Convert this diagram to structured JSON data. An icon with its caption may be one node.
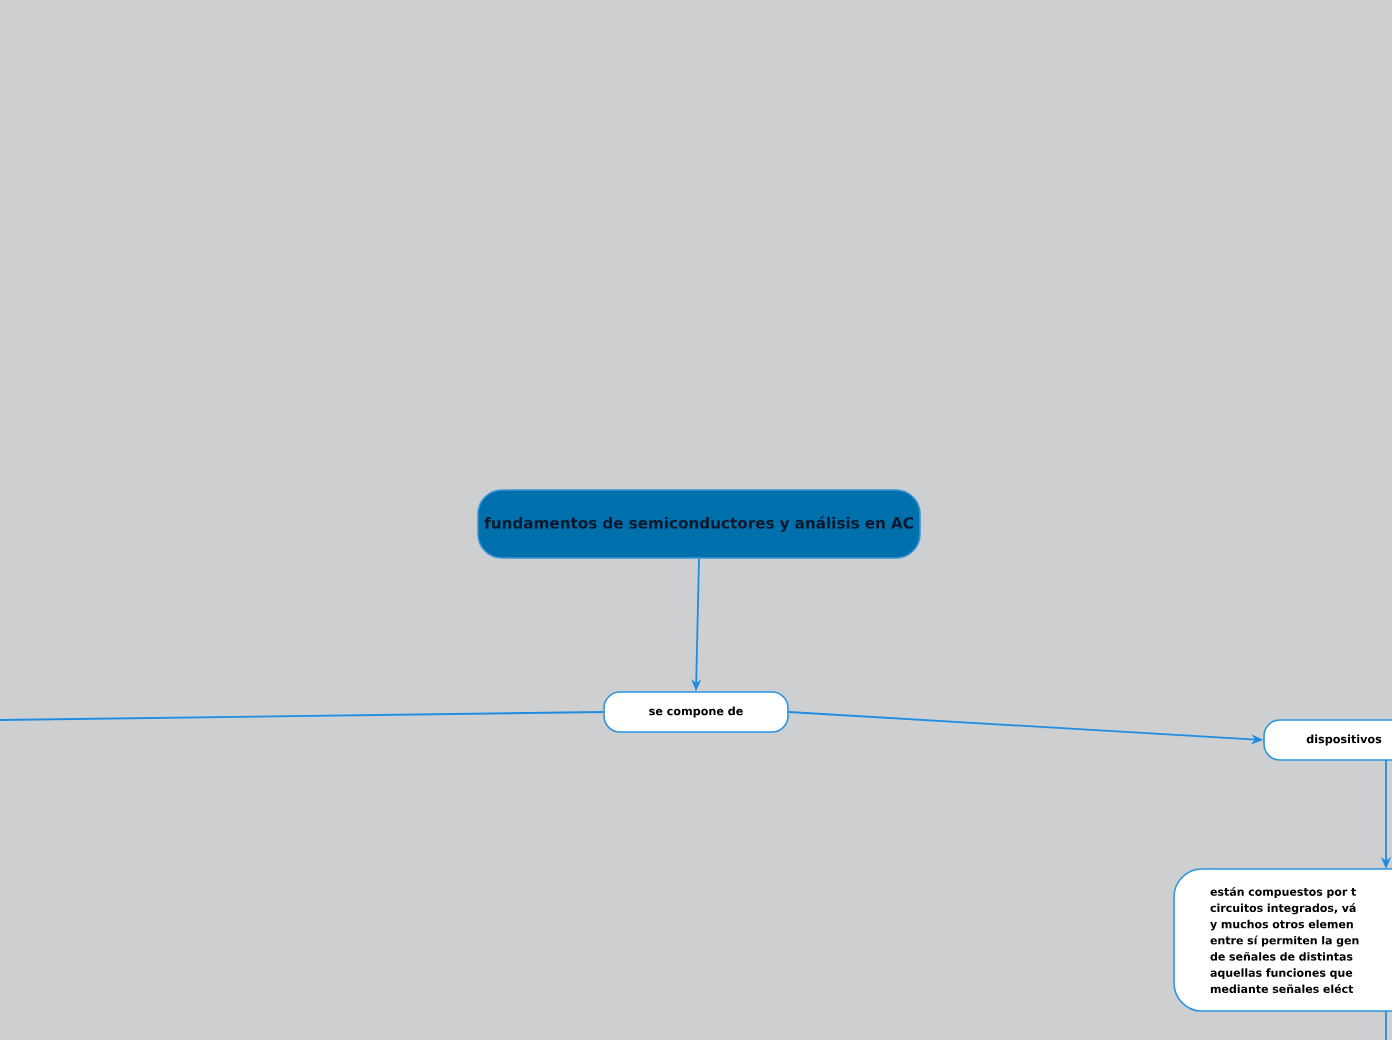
{
  "diagram": {
    "nodes": [
      {
        "text": [
          "fundamentos de semiconductores y análisis en  AC"
        ]
      },
      {
        "text": [
          "se compone de"
        ]
      },
      {
        "text": [
          "dispositivos"
        ]
      },
      {
        "text": [
          "están compuestos por t circuitos integrados, vá y muchos otros elemen entre sí permiten la gen de señales de distintas aquellas funciones que mediante señales eléct"
        ]
      }
    ],
    "edges": [
      {
        "from": 0,
        "to": 1,
        "arrow": "to"
      },
      {
        "from": 1,
        "to": 2,
        "arrow": "to"
      },
      {
        "from": 2,
        "to": 3,
        "arrow": "to"
      },
      {
        "from": 1,
        "to": null,
        "arrow": "none"
      },
      {
        "from": 3,
        "to": null,
        "arrow": "none"
      }
    ]
  }
}
